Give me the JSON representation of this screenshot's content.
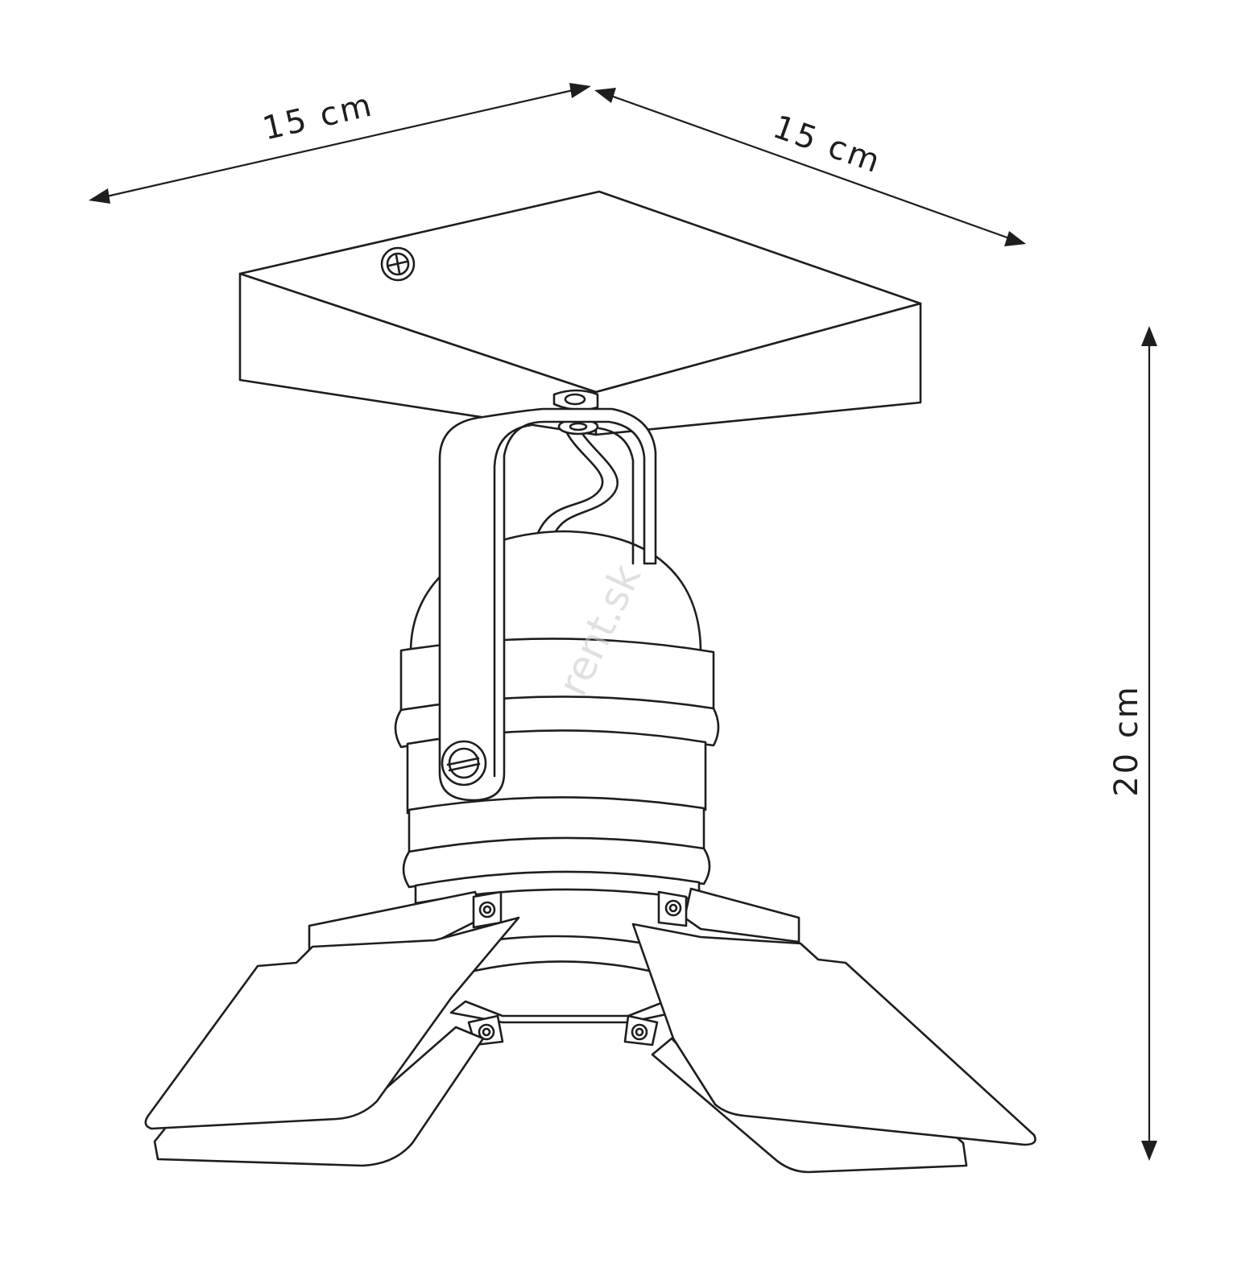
{
  "dimensions": {
    "width_label": "15 cm",
    "depth_label": "15 cm",
    "height_label": "20 cm"
  },
  "watermark": "rent.sk",
  "colors": {
    "line": "#1e1e1e",
    "background": "#ffffff",
    "watermark": "#c8c8c8"
  }
}
